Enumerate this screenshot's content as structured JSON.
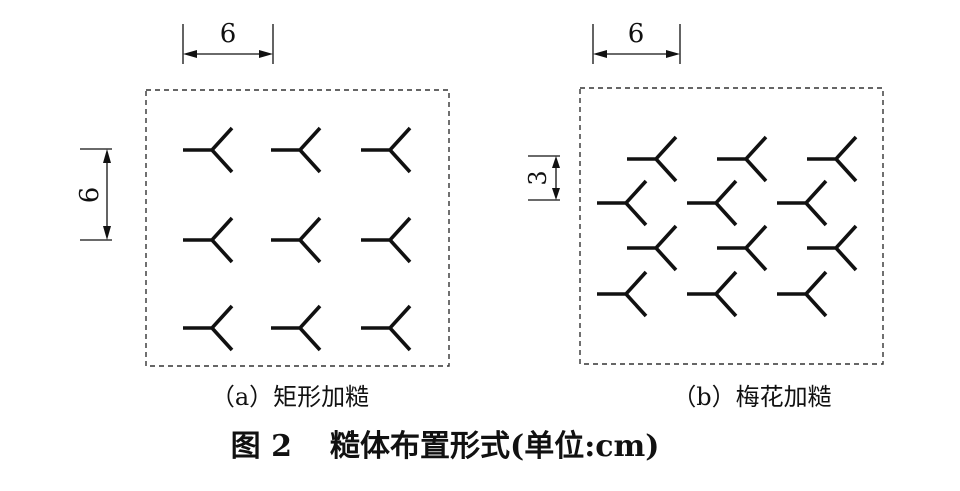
{
  "panel_a": {
    "width_label": "6",
    "spacing_label": "6",
    "caption": "（a）矩形加糙",
    "rows": 3,
    "cols": 3
  },
  "panel_b": {
    "width_label": "6",
    "spacing_label": "3",
    "caption": "（b）梅花加糙",
    "rows": 4,
    "cols": 3
  },
  "figure": {
    "number": "图 2",
    "title": "糙体布置形式(单位:cm)"
  },
  "colors": {
    "line": "#111111",
    "frame": "#333333"
  }
}
